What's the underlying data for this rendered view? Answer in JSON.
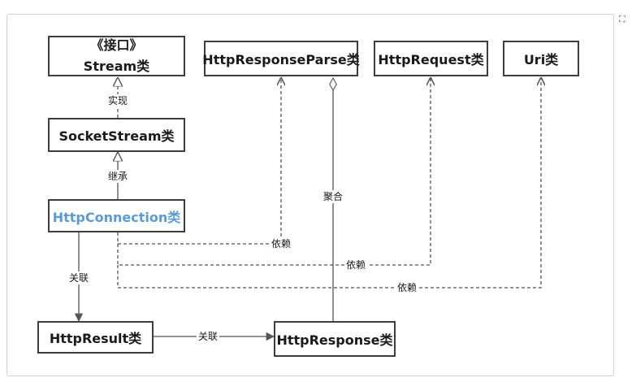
{
  "diagram": {
    "nodes": {
      "stream_interface": {
        "stereotype": "《接口》",
        "name": "Stream类"
      },
      "socket_stream": {
        "name": "SocketStream类"
      },
      "http_connection": {
        "name": "HttpConnection类"
      },
      "http_result": {
        "name": "HttpResult类"
      },
      "http_response": {
        "name": "HttpResponse类"
      },
      "http_response_parse": {
        "name": "HttpResponseParse类"
      },
      "http_request": {
        "name": "HttpRequest类"
      },
      "uri": {
        "name": "Uri类"
      }
    },
    "edges": {
      "implements": "实现",
      "inherits": "继承",
      "association_1": "关联",
      "association_2": "关联",
      "aggregation": "聚合",
      "dependency_parse": "依赖",
      "dependency_request": "依赖",
      "dependency_uri": "依赖"
    },
    "colors": {
      "line": "#555555",
      "box_border": "#3d3d3d",
      "highlight_text": "#5b9bd5"
    }
  },
  "chrome": {
    "expand_icon": "expand-icon"
  }
}
